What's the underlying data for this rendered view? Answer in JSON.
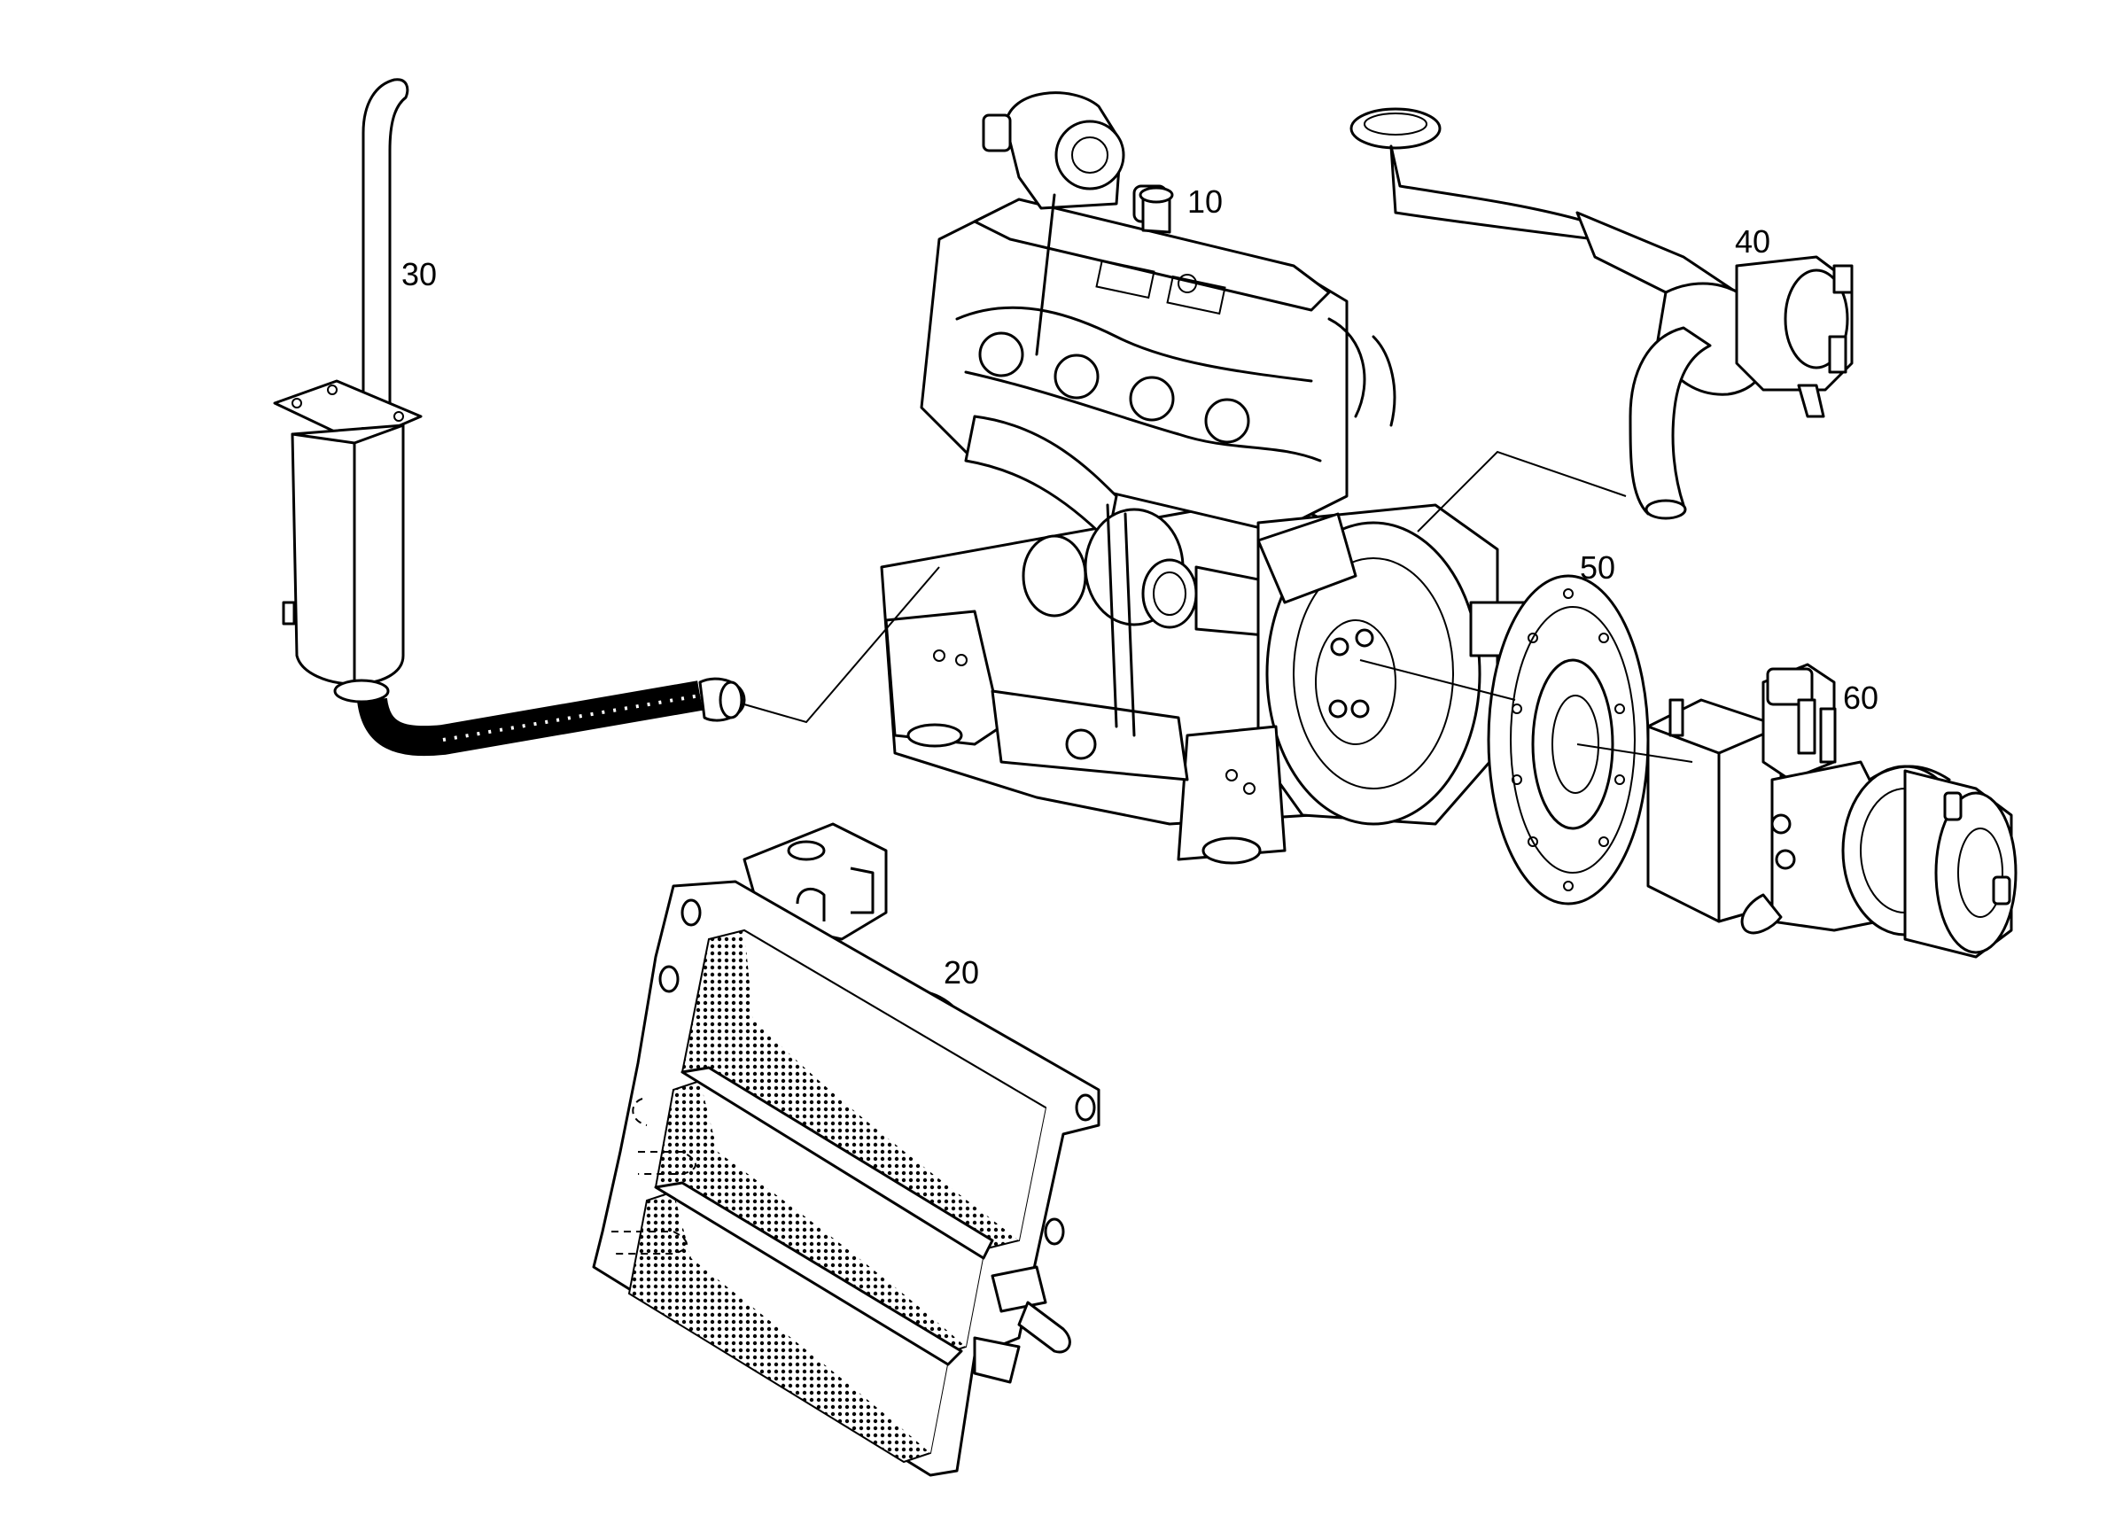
{
  "callouts": {
    "engine": "10",
    "radiator": "20",
    "exhaust": "30",
    "air_intake": "40",
    "flywheel": "50",
    "hydraulic_pump": "60"
  }
}
